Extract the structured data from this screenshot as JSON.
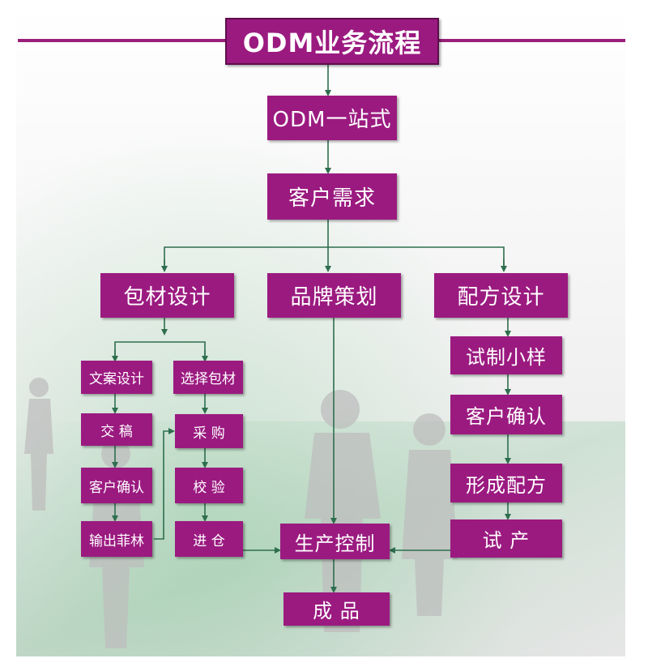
{
  "title": "ODM业务流程",
  "colors": {
    "box": "#9b1a80",
    "arrow": "#2e6e4e",
    "line": "#9a1f7a"
  },
  "flow": {
    "one_stop": "ODM一站式",
    "requirement": "客户需求",
    "branches": {
      "packaging": "包材设计",
      "brand": "品牌策划",
      "formula": "配方设计"
    },
    "packaging_left": [
      "文案设计",
      "交 稿",
      "客户确认",
      "输出菲林"
    ],
    "packaging_right": [
      "选择包材",
      "采 购",
      "校 验",
      "进 仓"
    ],
    "formula_steps": [
      "试制小样",
      "客户确认",
      "形成配方",
      "试 产"
    ],
    "production": "生产控制",
    "product": "成 品"
  }
}
